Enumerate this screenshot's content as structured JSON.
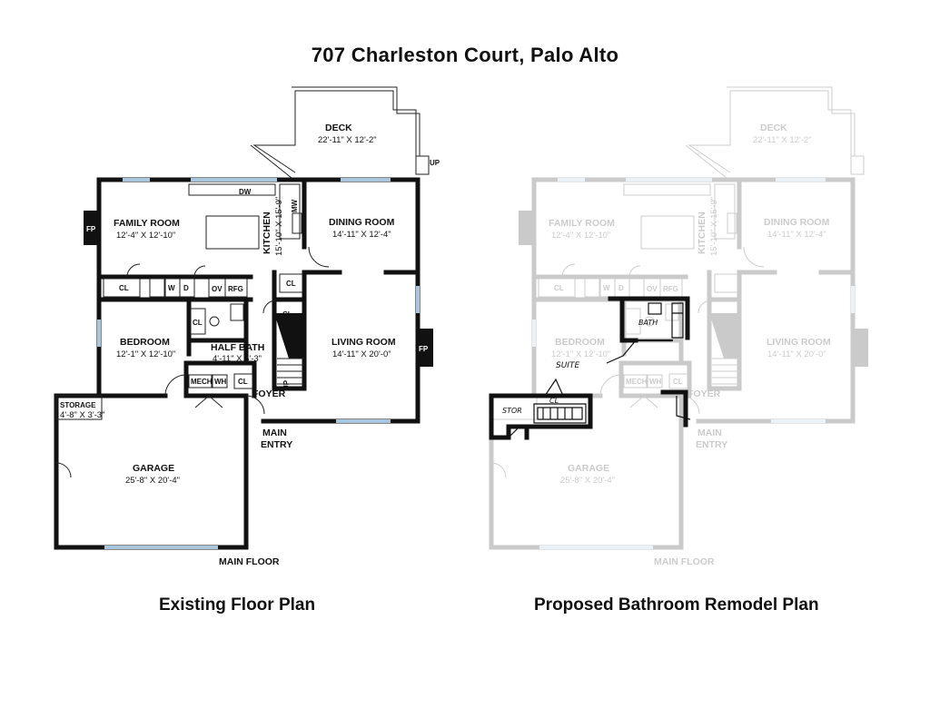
{
  "title": "707 Charleston Court, Palo Alto",
  "existing_plan_title": "Existing Floor Plan",
  "proposed_plan_title": "Proposed Bathroom Remodel Plan",
  "floor_label": "MAIN FLOOR",
  "rooms": {
    "deck": {
      "name": "DECK",
      "dims": "22'-11\" X 12'-2\""
    },
    "family_room": {
      "name": "FAMILY ROOM",
      "dims": "12'-4\" X 12'-10\""
    },
    "kitchen": {
      "name": "KITCHEN",
      "dims": "15'-10\" X 15'-9\""
    },
    "dining_room": {
      "name": "DINING ROOM",
      "dims": "14'-11\" X 12'-4\""
    },
    "bedroom": {
      "name": "BEDROOM",
      "dims": "12'-1\" X 12'-10\""
    },
    "half_bath": {
      "name": "HALF BATH",
      "dims": "4'-11\" X 5'-3\""
    },
    "living_room": {
      "name": "LIVING ROOM",
      "dims": "14'-11\" X 20'-0\""
    },
    "storage": {
      "name": "STORAGE",
      "dims": "4'-8\" X 3'-3\""
    },
    "garage": {
      "name": "GARAGE",
      "dims": "25'-8\" X 20'-4\""
    },
    "foyer": {
      "name": "FOYER"
    },
    "main_entry": {
      "line1": "MAIN",
      "line2": "ENTRY"
    }
  },
  "fixtures": {
    "fp": "FP",
    "dw": "DW",
    "mw": "MW",
    "cl": "CL",
    "w": "W",
    "d": "D",
    "ov": "OV",
    "rfg": "RFG",
    "mech": "MECH",
    "wh": "WH",
    "up": "UP"
  },
  "proposed_annotations": {
    "bath": "BATH",
    "suite": "SUITE",
    "stor": "STOR",
    "cl": "CL"
  }
}
